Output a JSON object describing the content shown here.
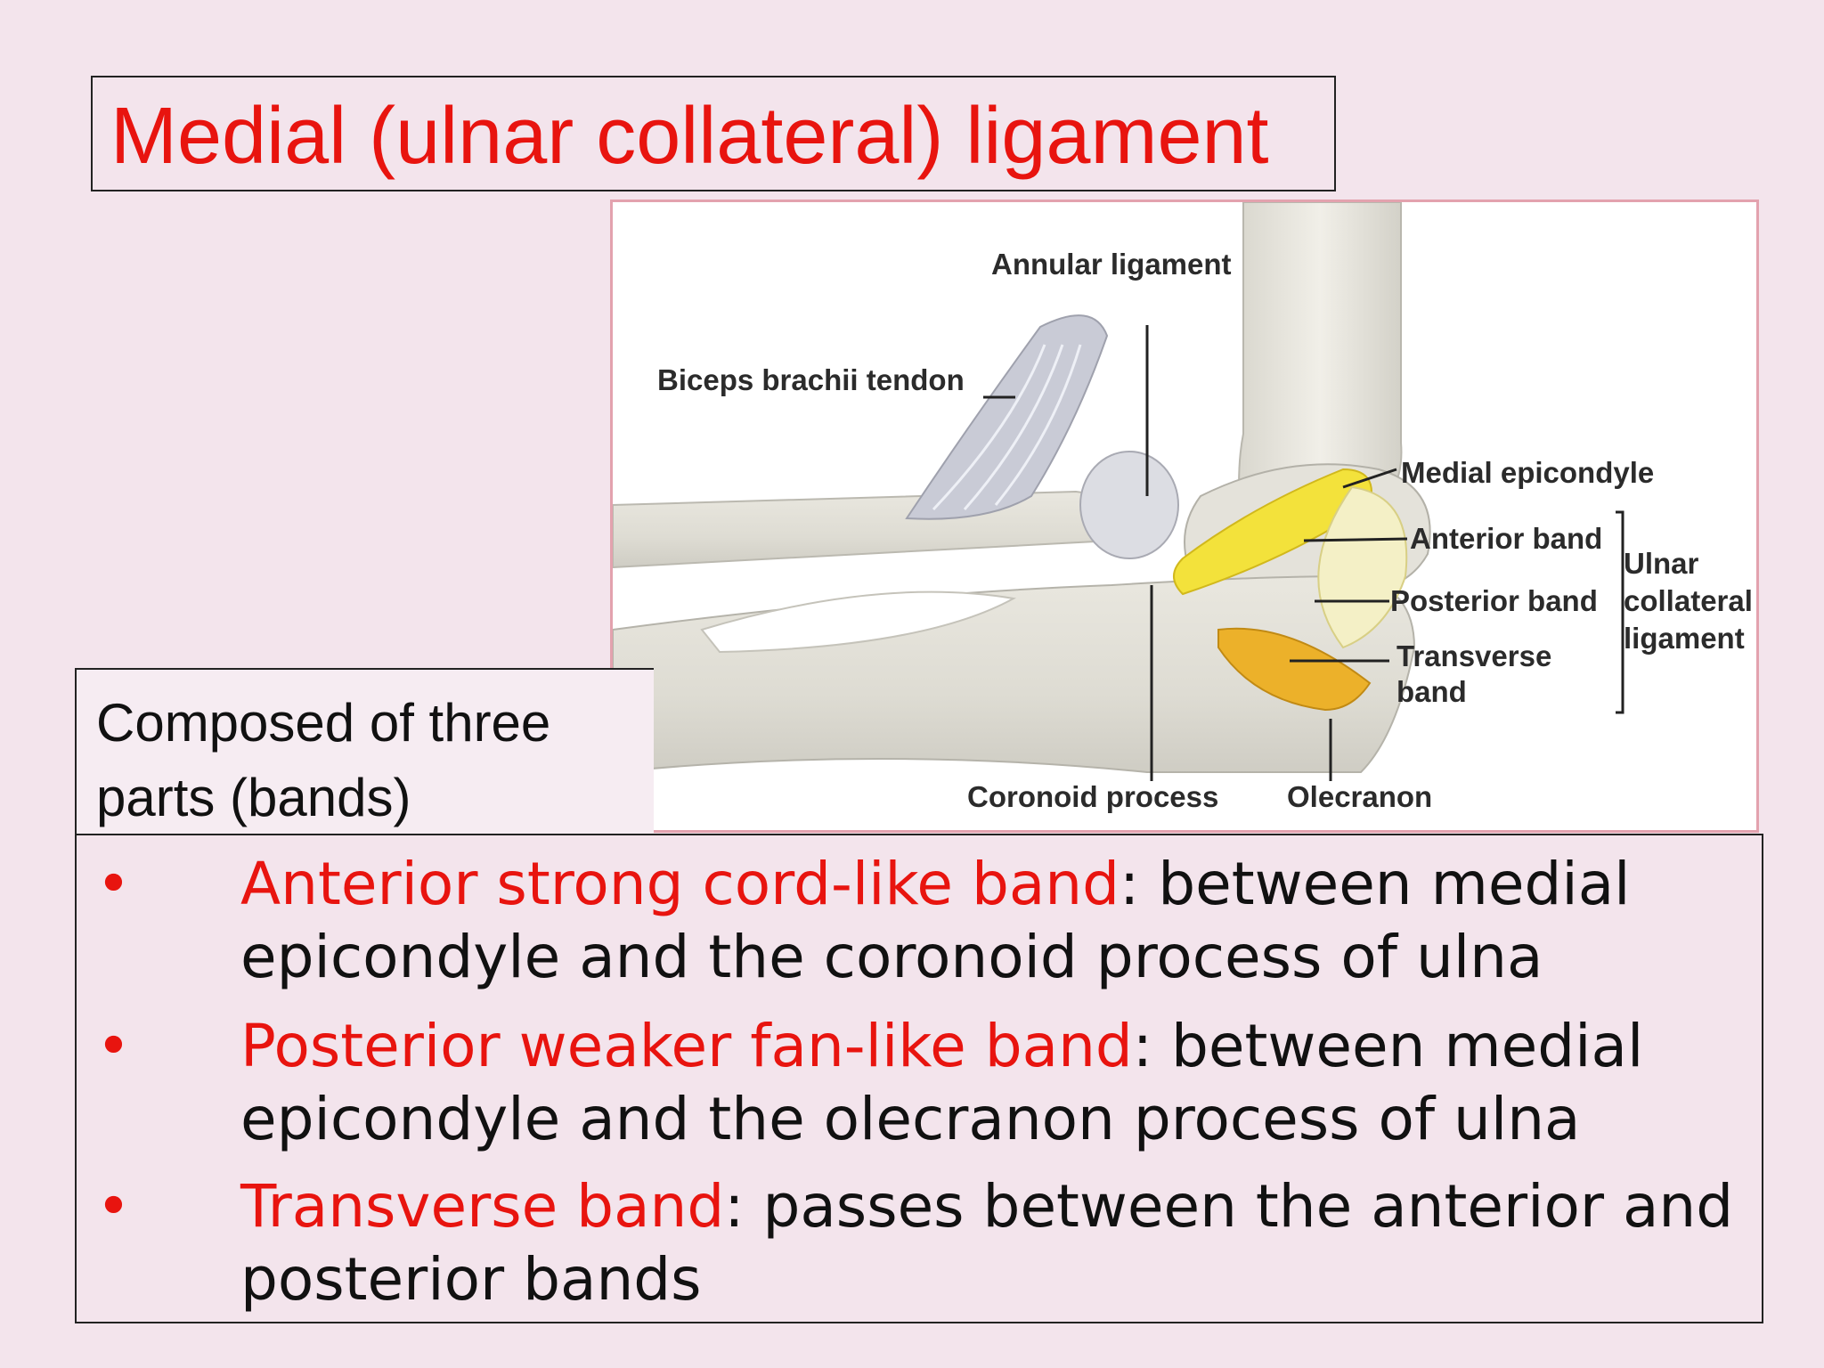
{
  "title": "Medial (ulnar collateral) ligament",
  "figure": {
    "labels": {
      "annular": "Annular ligament",
      "biceps": "Biceps brachii tendon",
      "medial_epicondyle": "Medial epicondyle",
      "anterior_band": "Anterior band",
      "posterior_band": "Posterior band",
      "transverse_line1": "Transverse",
      "transverse_line2": "band",
      "ulnar_line1": "Ulnar",
      "ulnar_line2": "collateral",
      "ulnar_line3": "ligament",
      "coronoid": "Coronoid process",
      "olecranon": "Olecranon"
    },
    "colors": {
      "bone": "#e6e4dc",
      "ligament": "#f3e23b",
      "transverse": "#ecb12a",
      "tendon": "#c9cbd6"
    }
  },
  "intro": "Composed of three parts (bands)",
  "bullets": [
    {
      "marker": "•",
      "term": "Anterior strong cord-like band",
      "rest": ": between medial epicondyle and the coronoid process of ulna"
    },
    {
      "marker": "•",
      "term": "Posterior weaker fan-like band",
      "rest": ": between medial epicondyle and the olecranon process of ulna"
    },
    {
      "marker": "•",
      "term": "Transverse band",
      "rest": ": passes between the anterior and posterior bands"
    }
  ]
}
